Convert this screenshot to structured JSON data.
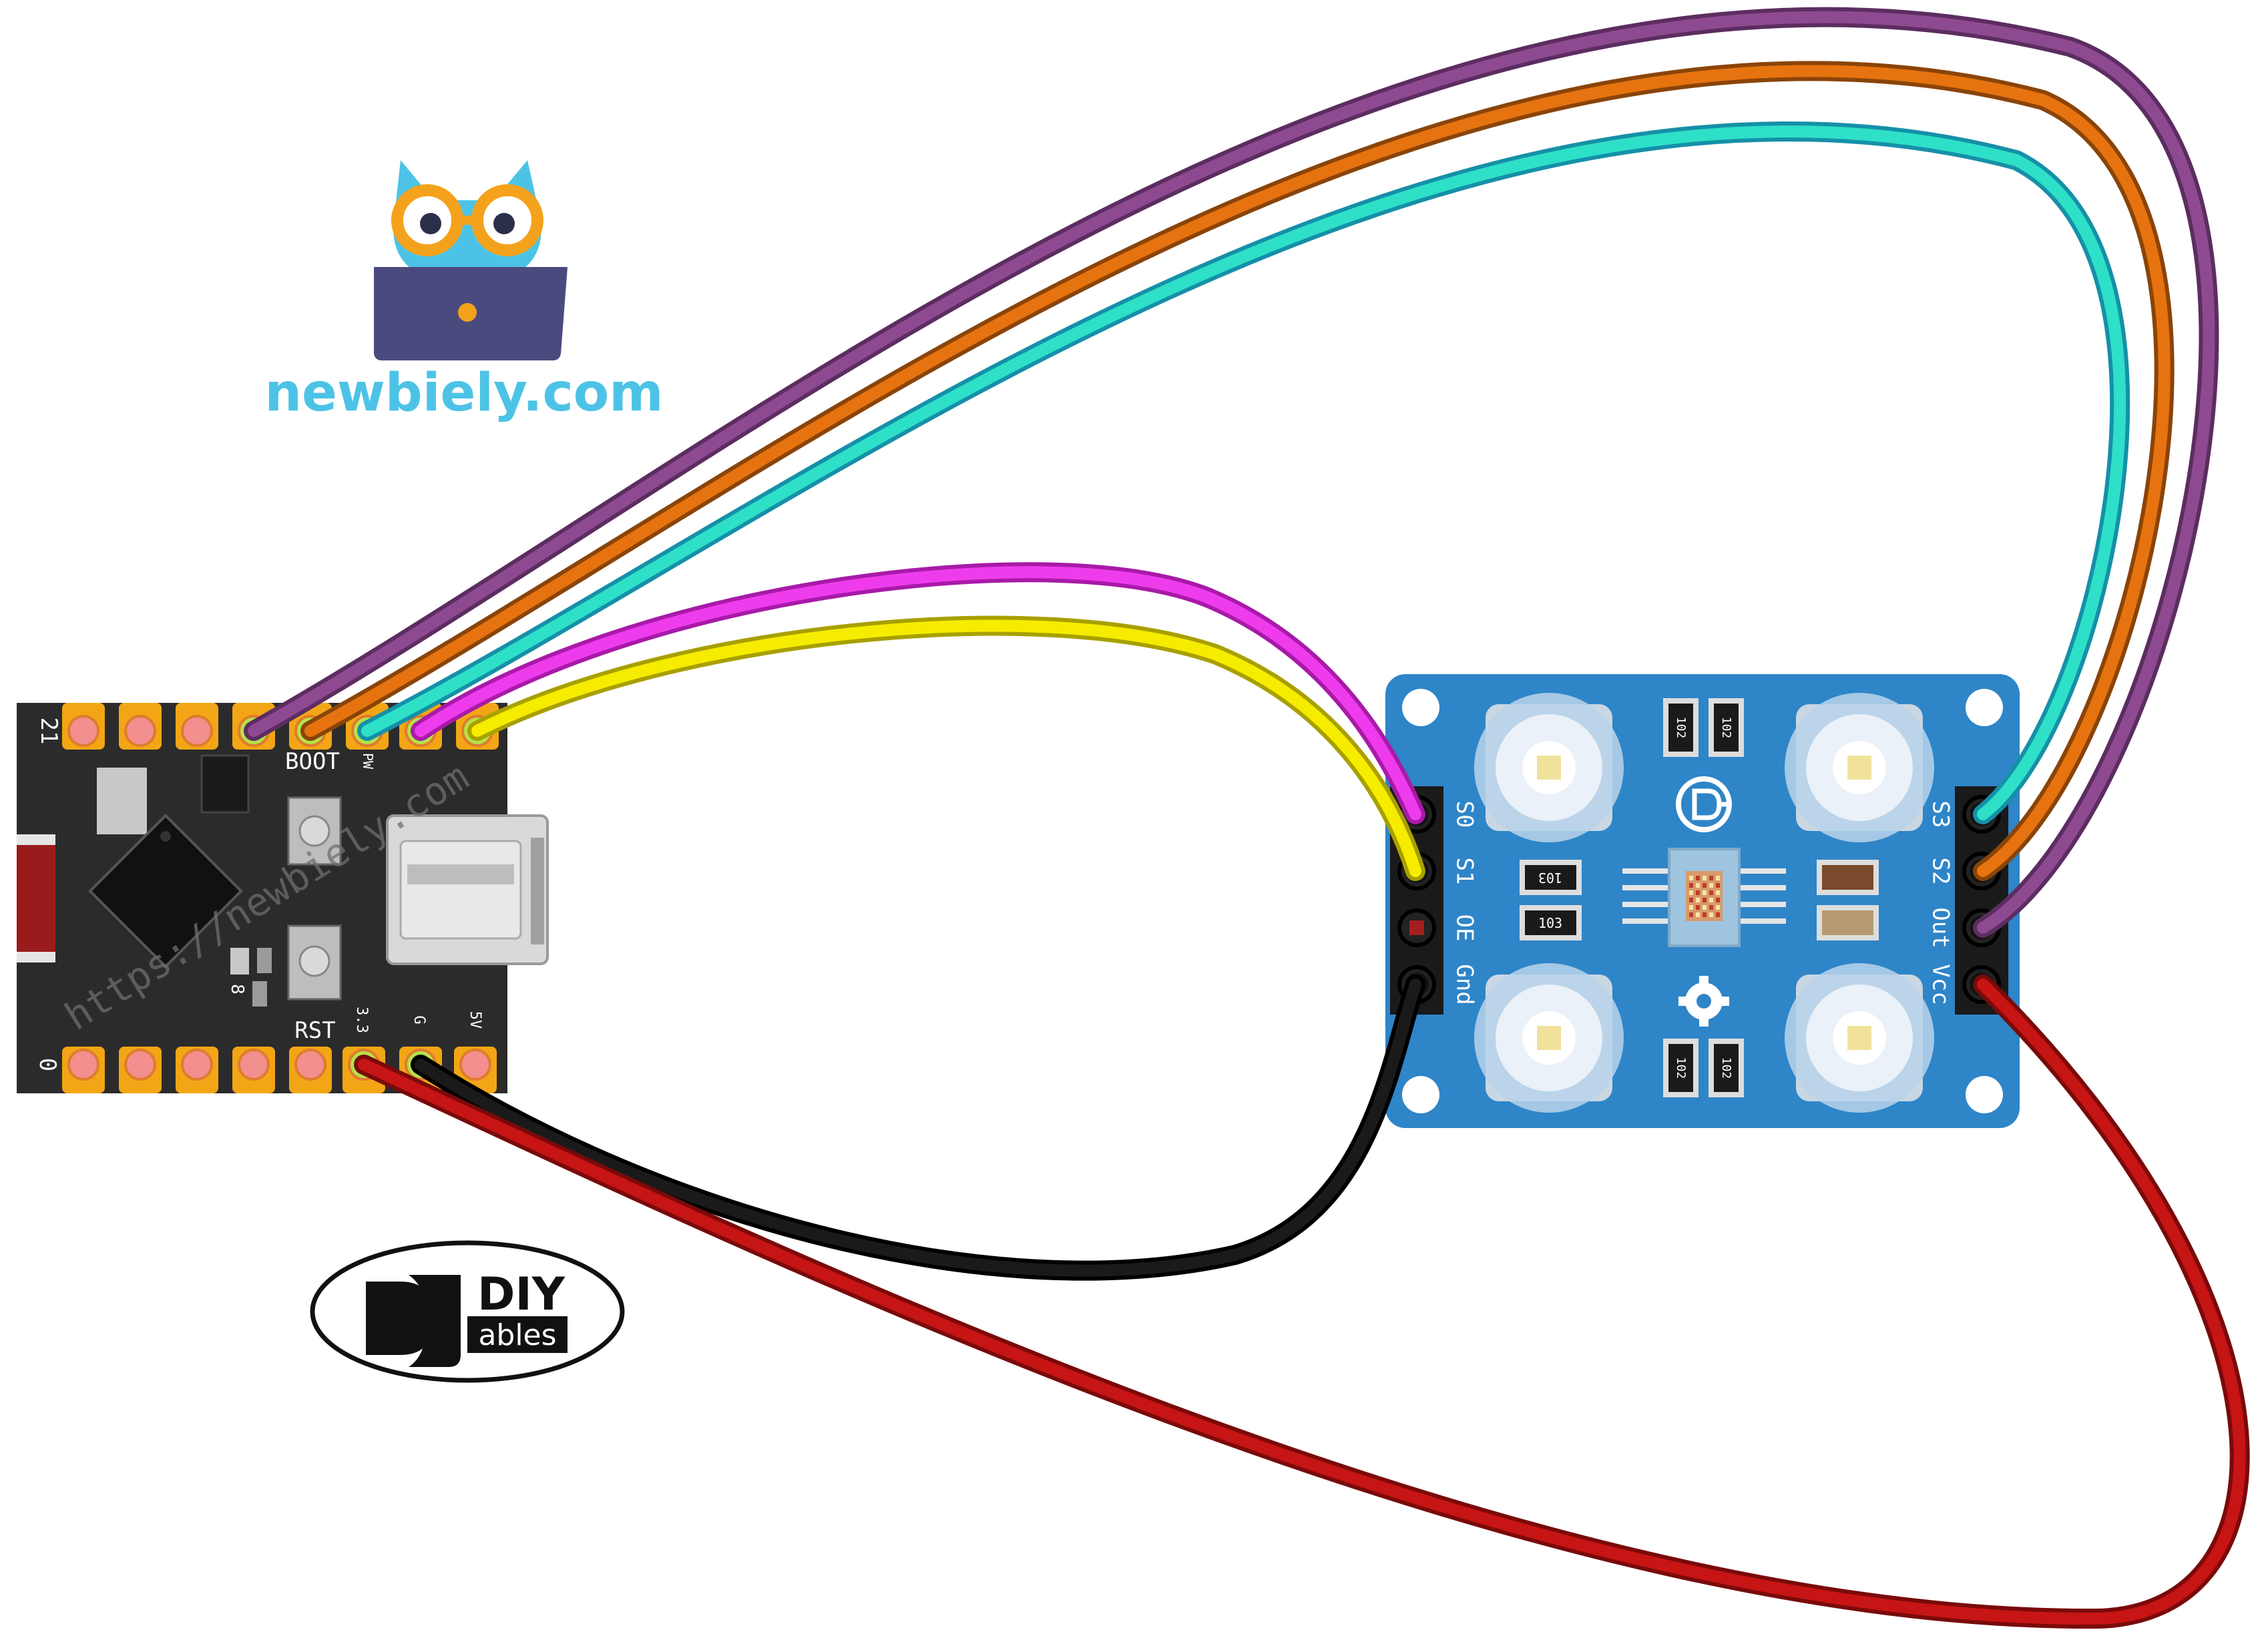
{
  "logo_top": {
    "text": "newbiely.com",
    "color": "#4cc3e6"
  },
  "logo_bottom": {
    "line1": "DIY",
    "line2": "ables"
  },
  "board": {
    "watermark": "https://newbiely.com",
    "top_pin_label": "21",
    "bottom_pin_label": "0",
    "boot_label": "BOOT",
    "rst_label": "RST",
    "pwr_label": "PW",
    "pin_33_label": "3.3",
    "pin_g_label": "G",
    "pin_5v_label": "5V",
    "pin_8_label": "8"
  },
  "sensor": {
    "left_pins": [
      "S0",
      "S1",
      "OE",
      "Gnd"
    ],
    "right_pins": [
      "S3",
      "S2",
      "Out",
      "Vcc"
    ],
    "resistor_top": "102",
    "resistor_mid_1": "103",
    "resistor_mid_2": "103",
    "resistor_bottom": "102"
  },
  "wires": [
    {
      "name": "purple",
      "color": "#8e4a91"
    },
    {
      "name": "orange",
      "color": "#e6730f"
    },
    {
      "name": "cyan",
      "color": "#2ee0c8"
    },
    {
      "name": "magenta",
      "color": "#ee3cec"
    },
    {
      "name": "yellow",
      "color": "#f5ec00"
    },
    {
      "name": "black",
      "color": "#1a1a1a"
    },
    {
      "name": "red",
      "color": "#c71414"
    }
  ]
}
